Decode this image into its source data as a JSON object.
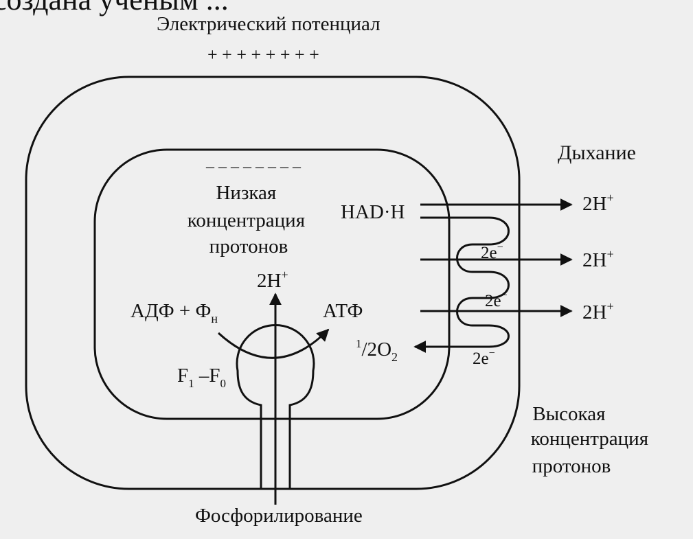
{
  "header_cut": "создана учёным ...",
  "labels": {
    "electric_potential": "Электрический потенциал",
    "plus_signs": "+ + + + + + + +",
    "minus_signs": "– – – – – – – –",
    "low_concentration": [
      "Низкая",
      "концентрация",
      "протонов"
    ],
    "respiration": "Дыхание",
    "nadh": "НАD·Н",
    "h_out_1": "2H",
    "h_out_2": "2H",
    "h_out_3": "2H",
    "h_up": "2H",
    "plus": "+",
    "e1": "2e",
    "e2": "2e",
    "e3": "2e",
    "minus": "−",
    "adp": "АДФ + Ф",
    "adp_sub": "н",
    "atp": "АТФ",
    "oxygen_frac_num": "1",
    "oxygen_frac_den": "/2",
    "oxygen": "O",
    "oxygen_sub": "2",
    "f1": "F",
    "f1_sub": "1",
    "f_dash": " –F",
    "f0_sub": "0",
    "high_concentration": [
      "Высокая",
      "концентрация",
      "протонов"
    ],
    "phosphorylation": "Фосфорилирование"
  }
}
